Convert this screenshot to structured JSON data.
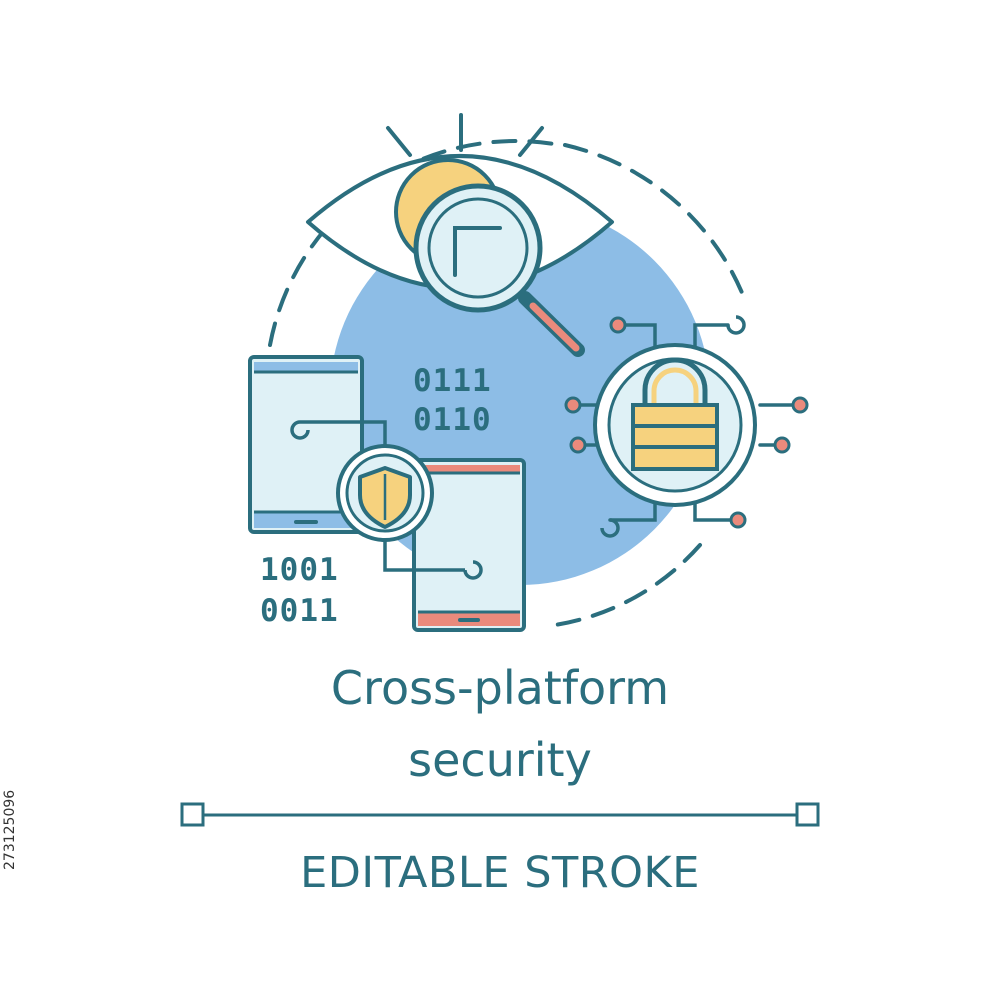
{
  "title": {
    "line1": "Cross-platform",
    "line2": "security"
  },
  "binary": {
    "top_row_1": "0111",
    "top_row_2": "0110",
    "bottom_row_1": "1001",
    "bottom_row_2": "0011"
  },
  "footer": {
    "label": "EDITABLE STROKE"
  },
  "stock_id": "273125096",
  "colors": {
    "stroke": "#2b6e7e",
    "blob_blue": "#8dbde6",
    "screen_light": "#dff1f6",
    "accent_yellow": "#f6d27e",
    "accent_coral": "#ea8a7c",
    "text": "#2b6e7e"
  },
  "icons": [
    "eye-icon",
    "magnifier-icon",
    "padlock-icon",
    "circuit-icon",
    "smartphone-icon",
    "tablet-icon",
    "shield-icon"
  ]
}
